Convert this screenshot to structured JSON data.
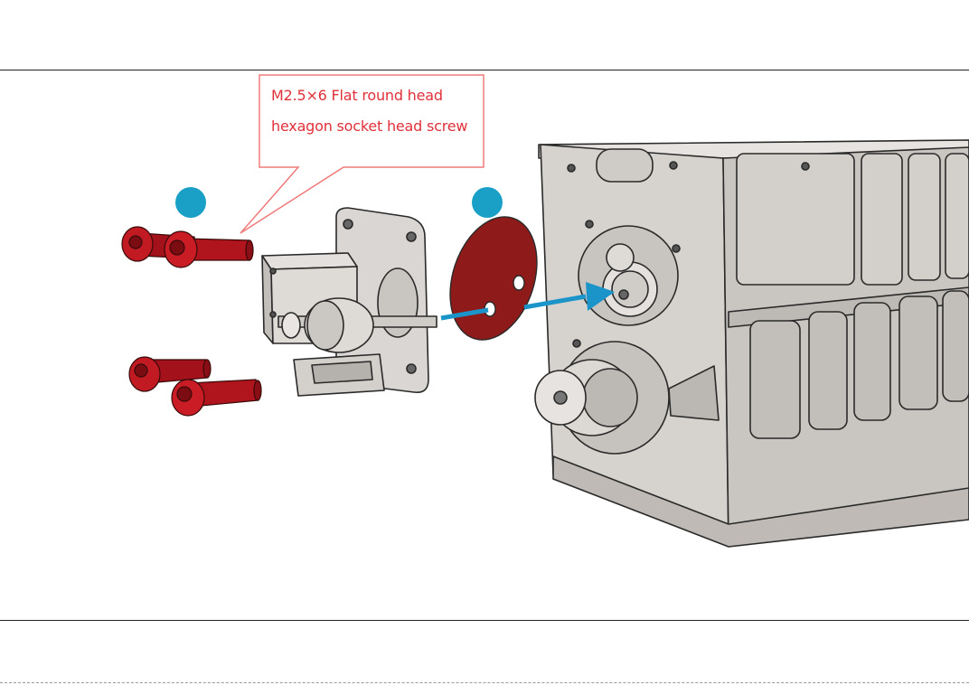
{
  "callout": {
    "line1": "M2.5×6 Flat round head",
    "line2": "hexagon socket head screw"
  },
  "colors": {
    "callout_red": "#e0303a",
    "callout_border": "#f07a7a",
    "screw_red": "#b8141e",
    "gasket_red": "#8e1a1a",
    "marker_blue": "#1a9fc7",
    "arrow_blue": "#1b95c9",
    "metal_light": "#d9d6d3",
    "metal_mid": "#bdb9b5",
    "metal_dark": "#8f8b87",
    "outline": "#2a2a2a"
  },
  "icons": [
    "step-marker",
    "assembly-arrow"
  ]
}
